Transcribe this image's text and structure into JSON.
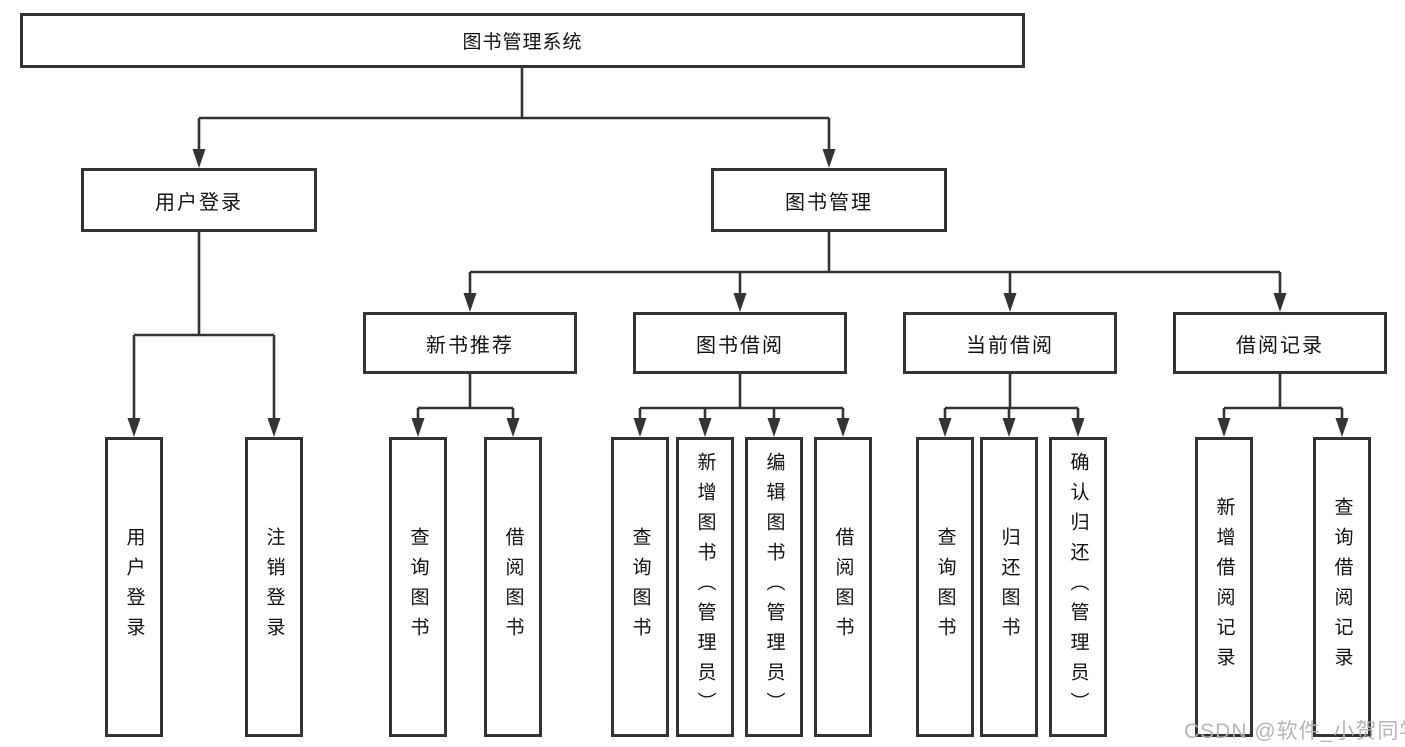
{
  "colors": {
    "line": "#333333",
    "text": "#111111",
    "watermark": "#b3b3b3",
    "background": "#ffffff"
  },
  "nodes": {
    "root": "图书管理系统",
    "level2": [
      "用户登录",
      "图书管理"
    ],
    "level3": [
      "新书推荐",
      "图书借阅",
      "当前借阅",
      "借阅记录"
    ],
    "leaves": {
      "login": [
        "用户登录",
        "注销登录"
      ],
      "recommend": [
        "查询图书",
        "借阅图书"
      ],
      "borrow": [
        "查询图书",
        "新增图书（管理员）",
        "编辑图书（管理员）",
        "借阅图书"
      ],
      "current": [
        "查询图书",
        "归还图书",
        "确认归还（管理员）"
      ],
      "records": [
        "新增借阅记录",
        "查询借阅记录"
      ]
    }
  },
  "watermark": "CSDN @软件_小贺同学"
}
